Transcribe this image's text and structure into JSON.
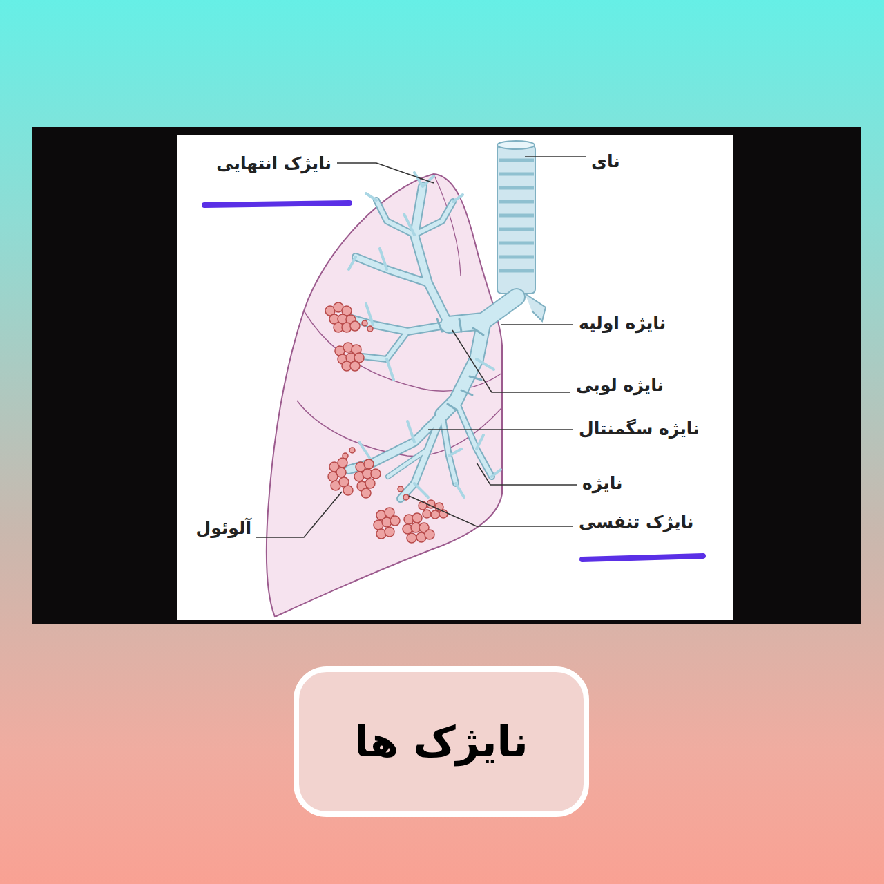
{
  "diagram": {
    "title": "نایژک ها",
    "labels": [
      "نای",
      "نایژک انتهایی",
      "نایژه اولیه",
      "نایژه لوبی",
      "نایژه سگمنتال",
      "نایژه",
      "آلوئول",
      "نایژک تنفسی"
    ]
  }
}
